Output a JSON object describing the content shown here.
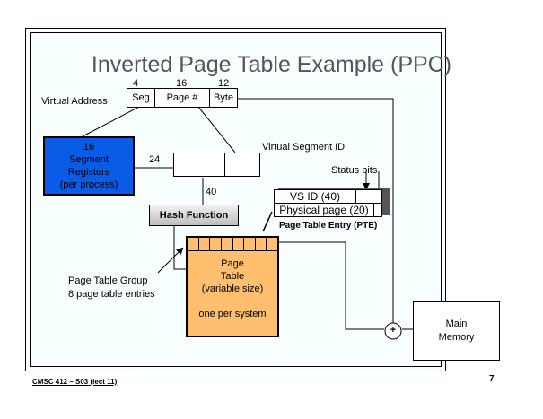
{
  "title": "Inverted Page Table Example (PPC)",
  "virtual_address": {
    "label": "Virtual Address",
    "fields": [
      {
        "name": "Seg",
        "bits": "4"
      },
      {
        "name": "Page #",
        "bits": "16"
      },
      {
        "name": "Byte",
        "bits": "12"
      }
    ]
  },
  "segment_registers": {
    "lines": [
      "16",
      "Segment",
      "Registers",
      "(per process)"
    ],
    "color": "#0a5ce6"
  },
  "virtual_segment_id": {
    "label": "Virtual Segment ID",
    "input_bits": "24",
    "output_bits": "40"
  },
  "hash_function": {
    "label": "Hash Function"
  },
  "status_bits": {
    "label": "Status bits"
  },
  "pte": {
    "rows": [
      "VS ID (40)",
      "Physical page (20)"
    ],
    "caption": "Page Table Entry (PTE)"
  },
  "page_table": {
    "lines": [
      "Page",
      "Table",
      "(variable size)",
      "",
      "one per system"
    ],
    "color": "#ffbf6e",
    "group_entries": 8
  },
  "page_table_group": {
    "lines": [
      "Page Table Group",
      "8 page table entries"
    ]
  },
  "adder": {
    "symbol": "+"
  },
  "main_memory": {
    "lines": [
      "Main",
      "Memory"
    ]
  },
  "footer": {
    "course": "CMSC 412 – S03  (lect 11)",
    "page_number": "7"
  }
}
